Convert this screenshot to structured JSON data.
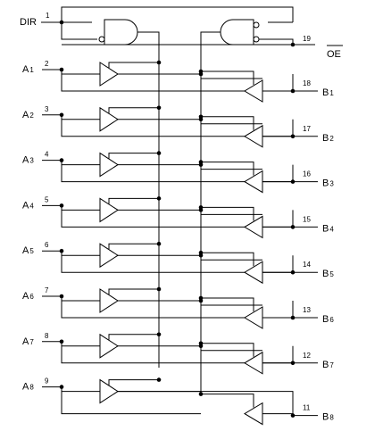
{
  "control": {
    "dir_label": "DIR",
    "dir_pin": "1",
    "oe_label": "OE",
    "oe_pin": "19"
  },
  "channels": [
    {
      "a_label": "A",
      "a_sub": "1",
      "a_pin": "2",
      "b_label": "B",
      "b_sub": "1",
      "b_pin": "18"
    },
    {
      "a_label": "A",
      "a_sub": "2",
      "a_pin": "3",
      "b_label": "B",
      "b_sub": "2",
      "b_pin": "17"
    },
    {
      "a_label": "A",
      "a_sub": "3",
      "a_pin": "4",
      "b_label": "B",
      "b_sub": "3",
      "b_pin": "16"
    },
    {
      "a_label": "A",
      "a_sub": "4",
      "a_pin": "5",
      "b_label": "B",
      "b_sub": "4",
      "b_pin": "15"
    },
    {
      "a_label": "A",
      "a_sub": "5",
      "a_pin": "6",
      "b_label": "B",
      "b_sub": "5",
      "b_pin": "14"
    },
    {
      "a_label": "A",
      "a_sub": "6",
      "a_pin": "7",
      "b_label": "B",
      "b_sub": "6",
      "b_pin": "13"
    },
    {
      "a_label": "A",
      "a_sub": "7",
      "a_pin": "8",
      "b_label": "B",
      "b_sub": "7",
      "b_pin": "12"
    },
    {
      "a_label": "A",
      "a_sub": "8",
      "a_pin": "9",
      "b_label": "B",
      "b_sub": "8",
      "b_pin": "11"
    }
  ]
}
